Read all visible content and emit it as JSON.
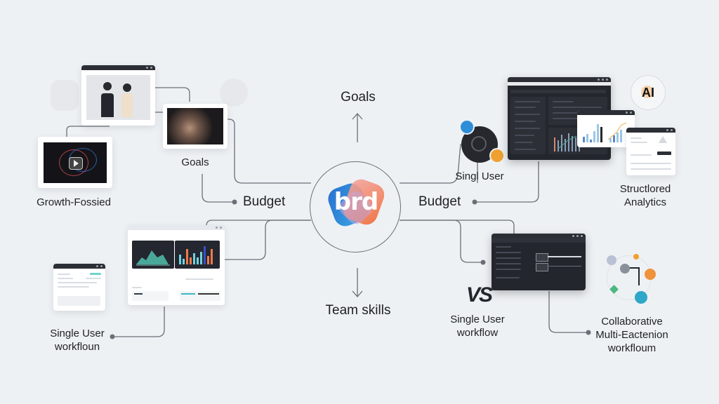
{
  "center": {
    "logo_text": "brd"
  },
  "nodes": {
    "top": {
      "label": "Goals"
    },
    "bottom": {
      "label": "Team skills"
    },
    "left": {
      "label": "Budget"
    },
    "right": {
      "label": "Budget"
    }
  },
  "left_cluster": {
    "goals_caption": "Goals",
    "growth_caption": "Growth-Fossied",
    "single_user_caption_line1": "Single User",
    "single_user_caption_line2": "workfloun"
  },
  "right_cluster": {
    "single_user_badge_caption": "Singl User",
    "analytics_caption_line1": "Structlored",
    "analytics_caption_line2": "Analytics",
    "ai_badge": "AI",
    "vs_text": "VS",
    "single_user_workflow_line1": "Single User",
    "single_user_workflow_line2": "workflow",
    "collab_line1": "Collaborative",
    "collab_line2": "Multi-Eactenion",
    "collab_line3": "workfloum"
  },
  "colors": {
    "background": "#eef1f4",
    "line": "#6b6f77",
    "logo_blue": "#2f86d6",
    "logo_orange": "#f07a4a",
    "logo_pink": "#ee8ca0",
    "teal": "#4aa89a",
    "orange": "#f0923a",
    "cyan": "#2fa7c9"
  }
}
